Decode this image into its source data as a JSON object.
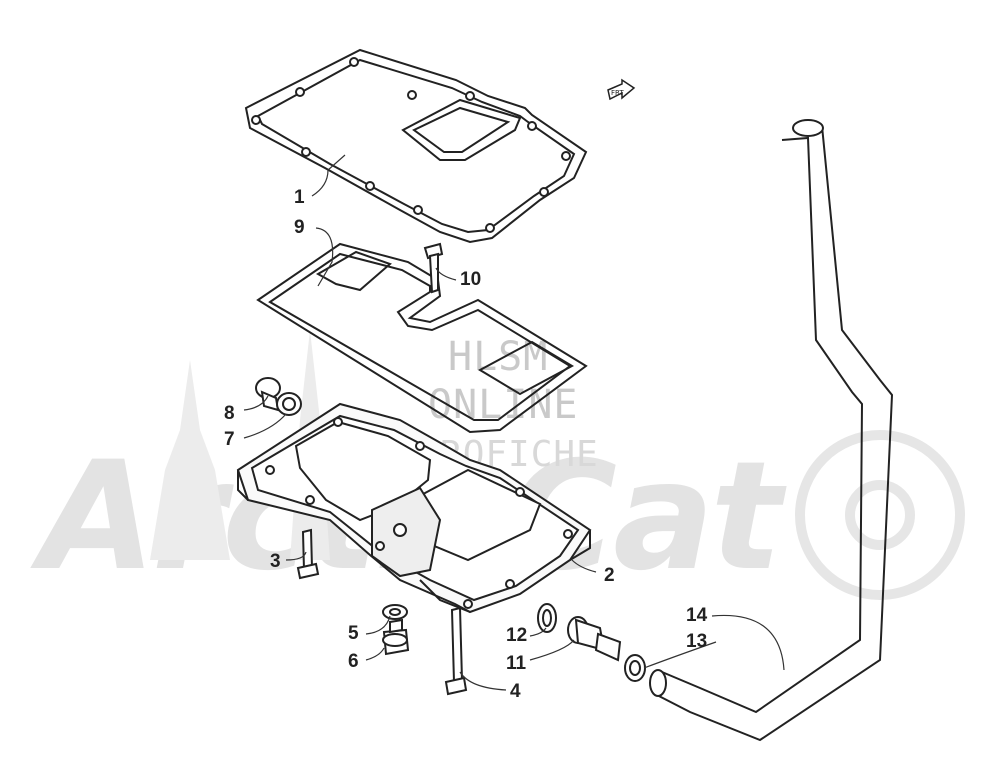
{
  "watermark": {
    "brand": "ArcticCat",
    "lines": [
      "HLSM",
      "ONLINE",
      "MICROFICHE"
    ]
  },
  "callouts": {
    "c1": "1",
    "c2": "2",
    "c3": "3",
    "c4": "4",
    "c5": "5",
    "c6": "6",
    "c7": "7",
    "c8": "8",
    "c9": "9",
    "c10": "10",
    "c11": "11",
    "c12": "12",
    "c13": "13",
    "c14": "14"
  },
  "fwd_label": "FRT"
}
